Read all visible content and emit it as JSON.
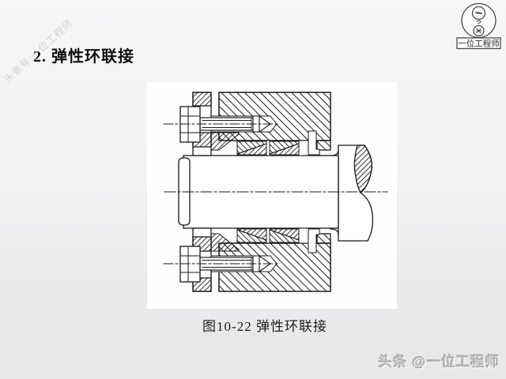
{
  "header": {
    "title": "2. 弹性环联接"
  },
  "figure": {
    "caption": "图10-22 弹性环联接"
  },
  "watermarks": {
    "diagonal": "头条号:一位工程师",
    "footer": "头条 @一位工程师"
  },
  "logo": {
    "label": "一位工程师"
  },
  "colors": {
    "ink": "#1a1a1a",
    "watermark_gray": "#c3c7d0",
    "footer_gray": "#b3b3b6",
    "page_bg_top": "#f7f7f8",
    "page_bg_bottom": "#e7e7e9",
    "figure_bg": "#fefefe"
  }
}
